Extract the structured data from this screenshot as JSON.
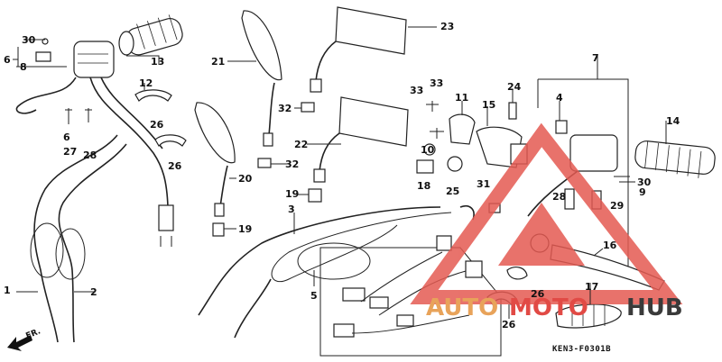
{
  "diagram": {
    "part_labels": [
      "1",
      "2",
      "3",
      "4",
      "5",
      "6",
      "6",
      "7",
      "8",
      "9",
      "10",
      "11",
      "12",
      "13",
      "14",
      "15",
      "16",
      "17",
      "18",
      "19",
      "19",
      "20",
      "21",
      "22",
      "23",
      "24",
      "25",
      "26",
      "26",
      "26",
      "27",
      "28",
      "28",
      "29",
      "30",
      "30",
      "31",
      "32",
      "32",
      "33",
      "33"
    ],
    "figure_code": "KEN3-F0301B",
    "direction_label": "FR."
  },
  "watermark": {
    "part1": "AUTO",
    "part2": "MOTO",
    "part3": "HUB",
    "colors": {
      "auto": "#e8a35a",
      "moto": "#e14a45",
      "hub": "#3a3a3a",
      "logo_triangle": "#e45a52"
    }
  }
}
